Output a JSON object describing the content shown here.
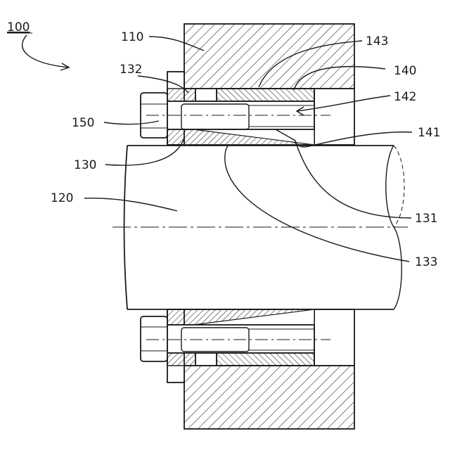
{
  "figure": {
    "main_label": "100",
    "labels": {
      "l110": "110",
      "l143": "143",
      "l132": "132",
      "l140": "140",
      "l142": "142",
      "l150": "150",
      "l141": "141",
      "l130": "130",
      "l120": "120",
      "l131": "131",
      "l133": "133"
    }
  }
}
